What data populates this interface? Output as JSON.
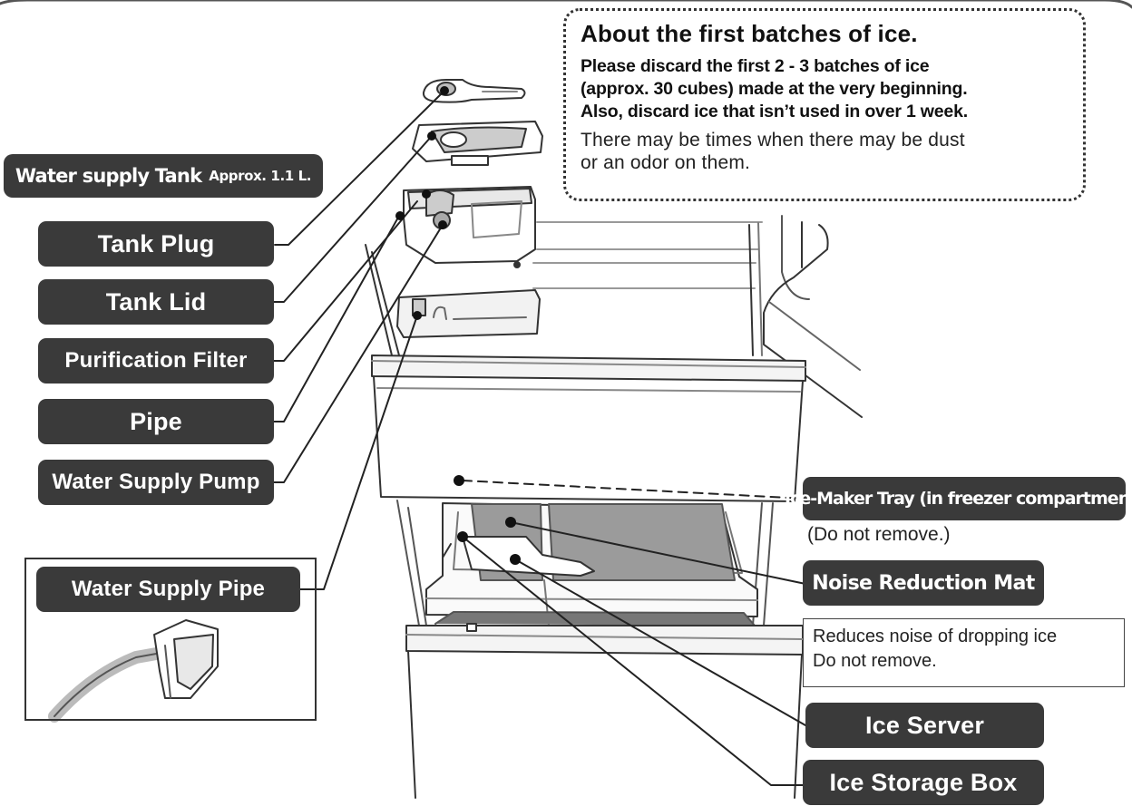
{
  "labels": {
    "water_supply_tank": "Water supply Tank",
    "water_supply_tank_capacity": "Approx. 1.1 L.",
    "tank_plug": "Tank Plug",
    "tank_lid": "Tank Lid",
    "purification_filter": "Purification Filter",
    "pipe": "Pipe",
    "water_supply_pump": "Water Supply Pump",
    "water_supply_pipe": "Water Supply Pipe",
    "ice_maker_tray": "Ice-Maker Tray (in freezer compartment)",
    "ice_maker_tray_note": "(Do not remove.)",
    "noise_reduction_mat": "Noise Reduction Mat",
    "ice_server": "Ice Server",
    "ice_storage_box": "Ice Storage Box"
  },
  "notice": {
    "title": "About the first batches of ice.",
    "bold_lines": [
      "Please discard the first 2 - 3 batches of ice",
      "(approx. 30 cubes) made at the very beginning.",
      "Also, discard ice that isn’t used in over 1 week."
    ],
    "normal_lines": [
      "There may be times when there may be dust",
      "or an odor on them."
    ]
  },
  "noise_note": {
    "lines": [
      "Reduces noise of dropping ice",
      "Do not remove."
    ]
  }
}
